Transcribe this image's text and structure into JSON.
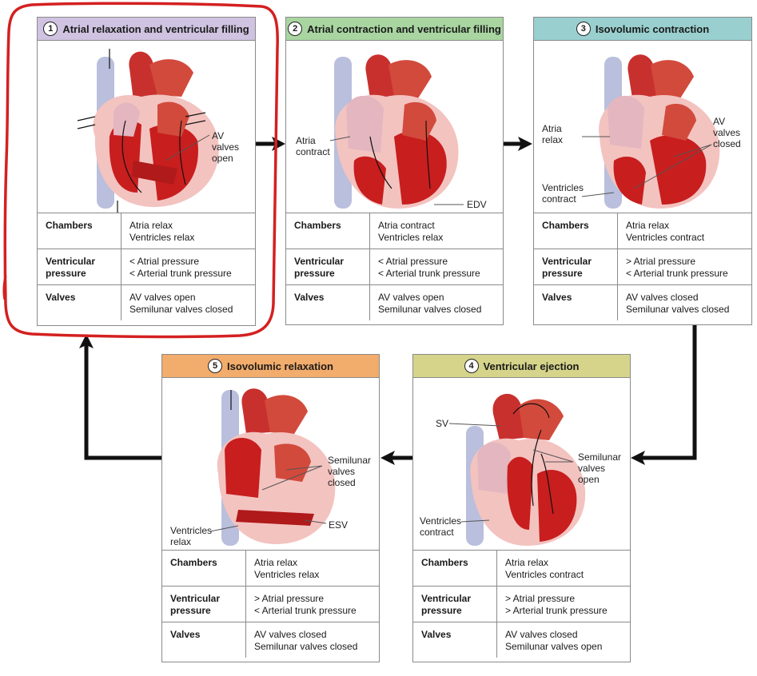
{
  "colors": {
    "stage1": "#cfc3e1",
    "stage2": "#a8d5a0",
    "stage3": "#99cfcf",
    "stage4": "#d5d48a",
    "stage5": "#f2ac6b",
    "highlight": "#d42020",
    "arrow": "#111111"
  },
  "row_labels": {
    "chambers": "Chambers",
    "pressure_line1": "Ventricular",
    "pressure_line2": "pressure",
    "valves": "Valves"
  },
  "stages": [
    {
      "number": "1",
      "title": "Atrial relaxation and ventricular filling",
      "callouts": [
        "AV\nvalves\nopen"
      ],
      "chambers": [
        "Atria relax",
        "Ventricles relax"
      ],
      "pressure": [
        "< Atrial pressure",
        "< Arterial trunk pressure"
      ],
      "valves": [
        "AV valves open",
        "Semilunar valves closed"
      ]
    },
    {
      "number": "2",
      "title": "Atrial contraction and ventricular filling",
      "callouts": [
        "Atria\ncontract",
        "EDV"
      ],
      "chambers": [
        "Atria contract",
        "Ventricles relax"
      ],
      "pressure": [
        "< Atrial pressure",
        "< Arterial trunk pressure"
      ],
      "valves": [
        "AV valves open",
        "Semilunar valves closed"
      ]
    },
    {
      "number": "3",
      "title": "Isovolumic contraction",
      "callouts": [
        "Atria\nrelax",
        "AV\nvalves\nclosed",
        "Ventricles\ncontract"
      ],
      "chambers": [
        "Atria relax",
        "Ventricles contract"
      ],
      "pressure": [
        "> Atrial pressure",
        "< Arterial trunk pressure"
      ],
      "valves": [
        "AV valves closed",
        "Semilunar valves closed"
      ]
    },
    {
      "number": "4",
      "title": "Ventricular ejection",
      "callouts": [
        "SV",
        "Semilunar\nvalves\nopen",
        "Ventricles\ncontract"
      ],
      "chambers": [
        "Atria relax",
        "Ventricles contract"
      ],
      "pressure": [
        "> Atrial pressure",
        "> Arterial trunk pressure"
      ],
      "valves": [
        "AV valves closed",
        "Semilunar valves open"
      ]
    },
    {
      "number": "5",
      "title": "Isovolumic relaxation",
      "callouts": [
        "Semilunar\nvalves\nclosed",
        "ESV",
        "Ventricles\nrelax"
      ],
      "chambers": [
        "Atria relax",
        "Ventricles relax"
      ],
      "pressure": [
        "> Atrial pressure",
        "< Arterial trunk pressure"
      ],
      "valves": [
        "AV valves closed",
        "Semilunar valves closed"
      ]
    }
  ]
}
